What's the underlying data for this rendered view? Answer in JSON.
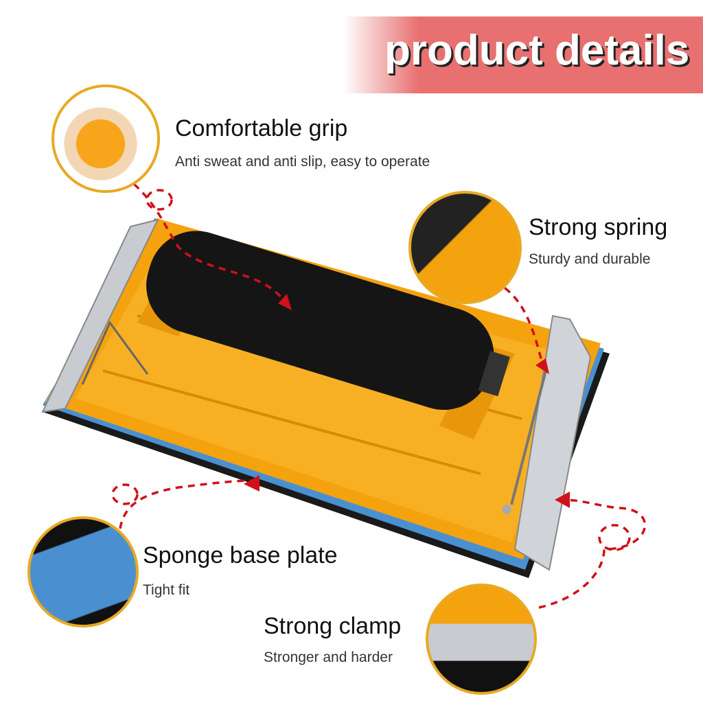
{
  "banner": {
    "text": "product details",
    "color": "#e87070"
  },
  "features": [
    {
      "title": "Comfortable grip",
      "subtitle": "Anti sweat and anti slip, easy to operate"
    },
    {
      "title": "Strong spring",
      "subtitle": "Sturdy and durable"
    },
    {
      "title": "Sponge base plate",
      "subtitle": "Tight fit"
    },
    {
      "title": "Strong clamp",
      "subtitle": "Stronger and harder"
    }
  ],
  "colors": {
    "body": "#f5a20f",
    "grip": "#151515",
    "sponge": "#4a90d0",
    "metal": "#c8ccd0",
    "callout": "#d0101a",
    "ring": "#e8a923"
  }
}
